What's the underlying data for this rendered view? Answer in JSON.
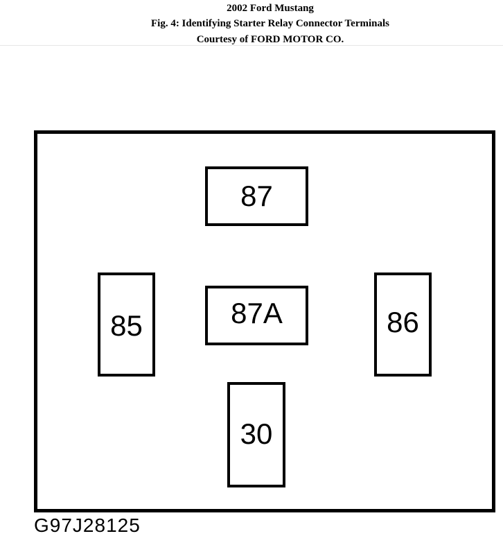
{
  "header": {
    "vehicle": "2002 Ford Mustang",
    "figure_title": "Fig. 4: Identifying Starter Relay Connector Terminals",
    "courtesy": "Courtesy of FORD MOTOR CO."
  },
  "diagram": {
    "terminals": {
      "t87": "87",
      "t87a": "87A",
      "t85": "85",
      "t86": "86",
      "t30": "30"
    },
    "figure_code": "G97J28125"
  }
}
